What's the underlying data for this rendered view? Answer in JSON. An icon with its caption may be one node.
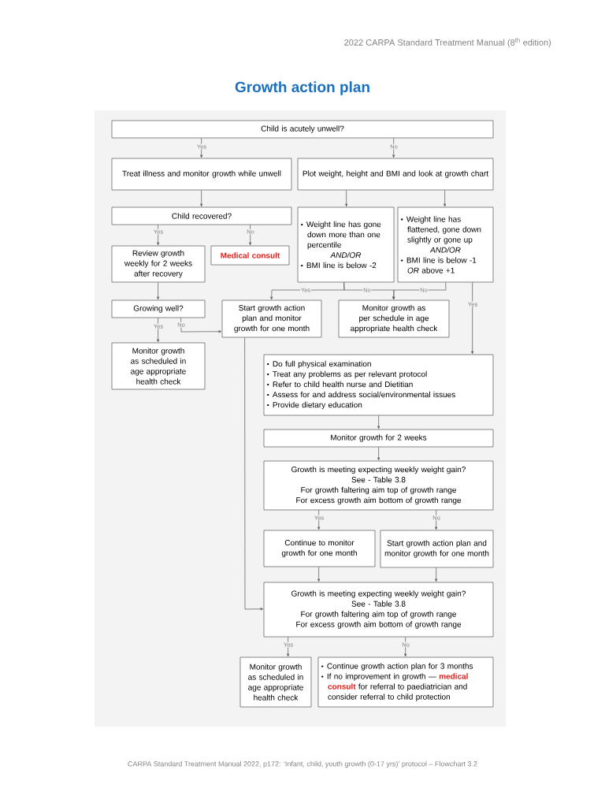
{
  "diagram": {
    "title": "Growth action plan",
    "caption": "CARPA Standard Treatment Manual 2022, p172: ‘Infant, child, youth growth (0-17 yrs)’ protocol – Flowchart 3.2",
    "labels": [
      "2022 CARPA Standard Treatment Manual (8$^{th}$ edition)"
    ],
    "nodes": [
      {
        "text": [
          "Child is acutely unwell?"
        ]
      },
      {
        "text": [
          "Treat illness and monitor growth while unwell"
        ]
      },
      {
        "text": [
          "Plot weight, height and BMI and look at growth chart"
        ]
      },
      {
        "text": [
          "Child recovered?"
        ]
      },
      {
        "text": [
          "Review growth weekly for 2 weeks after recovery"
        ]
      },
      {
        "text": [
          "Medical consult"
        ]
      },
      {
        "text": [
          "Weight line has gone down more than one percentile",
          "AND/OR",
          "BMI line is below -2"
        ]
      },
      {
        "text": [
          "Weight line has flattened, gone down slightly or gone up",
          "AND/OR",
          "BMI line is below -1 *OR* above +1"
        ]
      },
      {
        "text": [
          "Growing well?"
        ]
      },
      {
        "text": [
          "Start growth action plan and monitor growth for one month"
        ]
      },
      {
        "text": [
          "Monitor growth as per schedule in age appropriate health check"
        ]
      },
      {
        "text": [
          "Monitor growth as scheduled in age appropriate health check"
        ]
      },
      {
        "text": [
          "Do full physical examination",
          "Treat any problems as per relevant protocol",
          "Refer to child health nurse and Dietitian",
          "Assess for and address social/environmental issues",
          "Provide dietary education"
        ]
      },
      {
        "text": [
          "Monitor growth for 2 weeks"
        ]
      },
      {
        "text": [
          "Growth is meeting expecting weekly weight gain?",
          "See - Table 3.8",
          "For growth faltering aim top of growth range",
          "For excess growth aim bottom of growth range"
        ]
      },
      {
        "text": [
          "Continue to monitor growth for one month"
        ]
      },
      {
        "text": [
          "Start growth action plan and monitor growth for one month"
        ]
      },
      {
        "text": [
          "Growth is meeting expecting weekly weight gain?",
          "See - Table 3.8",
          "For growth faltering aim top of growth range",
          "For excess growth aim bottom of growth range"
        ]
      },
      {
        "text": [
          "Monitor growth as scheduled in age appropriate health check"
        ]
      },
      {
        "text": [
          "Continue growth action plan for 3 months",
          "If no improvement in growth — **medical consult** for referral to paediatrician and consider referral to child protection"
        ]
      }
    ],
    "edges": [
      {
        "from": 0,
        "to": 1,
        "arrow": "to",
        "label": "Yes"
      },
      {
        "from": 0,
        "to": 2,
        "arrow": "to",
        "label": "No"
      },
      {
        "from": 1,
        "to": 3,
        "arrow": "to"
      },
      {
        "from": 2,
        "to": 6,
        "arrow": "to"
      },
      {
        "from": 2,
        "to": 7,
        "arrow": "to"
      },
      {
        "from": 3,
        "to": 4,
        "arrow": "to",
        "label": "Yes"
      },
      {
        "from": 3,
        "to": 5,
        "arrow": "to",
        "label": "No"
      },
      {
        "from": 4,
        "to": 8,
        "arrow": "to"
      },
      {
        "from": 6,
        "to": 9,
        "arrow": "to",
        "label": "Yes"
      },
      {
        "from": 6,
        "to": 10,
        "arrow": "to",
        "label": "No"
      },
      {
        "from": 7,
        "to": 10,
        "arrow": "to",
        "label": "No"
      },
      {
        "from": 7,
        "to": 12,
        "arrow": "to",
        "label": "Yes"
      },
      {
        "from": 8,
        "to": 11,
        "arrow": "to",
        "label": "Yes"
      },
      {
        "from": 8,
        "to": 9,
        "arrow": "to",
        "label": "No"
      },
      {
        "from": 9,
        "to": 17,
        "arrow": "to"
      },
      {
        "from": 12,
        "to": 13,
        "arrow": "to"
      },
      {
        "from": 13,
        "to": 14,
        "arrow": "to"
      },
      {
        "from": 14,
        "to": 15,
        "arrow": "to",
        "label": "Yes"
      },
      {
        "from": 14,
        "to": 16,
        "arrow": "to",
        "label": "No"
      },
      {
        "from": 15,
        "to": 17,
        "arrow": "to"
      },
      {
        "from": 16,
        "to": 17,
        "arrow": "to"
      },
      {
        "from": 17,
        "to": 18,
        "arrow": "to",
        "label": "Yes"
      },
      {
        "from": 17,
        "to": 19,
        "arrow": "to",
        "label": "No"
      }
    ]
  }
}
